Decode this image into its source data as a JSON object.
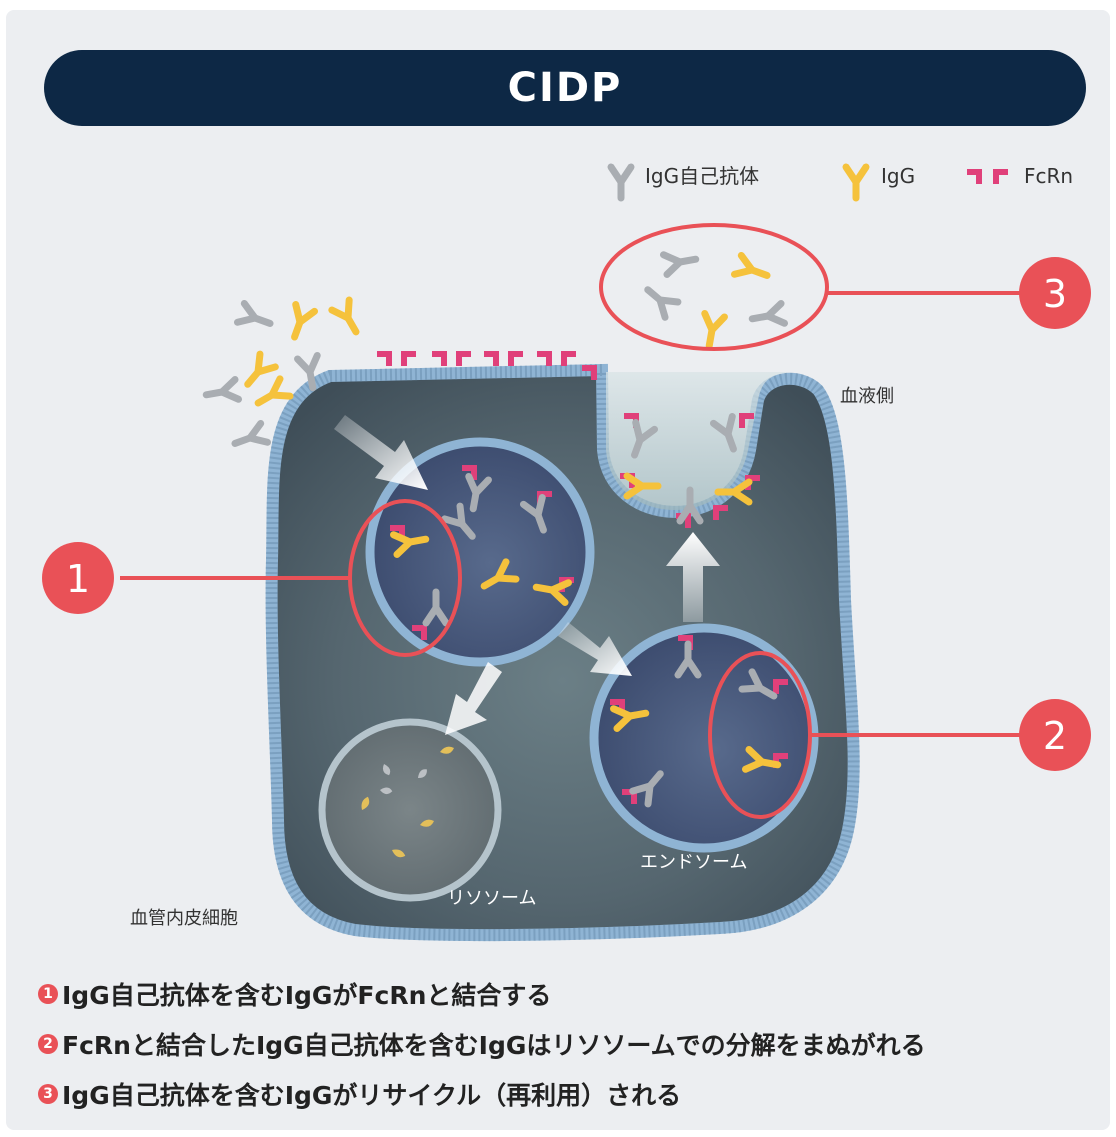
{
  "title": "CIDP",
  "legend": {
    "autoantibody": "IgG自己抗体",
    "igg": "IgG",
    "fcrn": "FcRn"
  },
  "labels": {
    "blood_side": "血液側",
    "endosome": "エンドソーム",
    "lysosome": "リソソーム",
    "endothelial_cell": "血管内皮細胞"
  },
  "markers": [
    "1",
    "2",
    "3"
  ],
  "steps": [
    {
      "num": "1",
      "text": "IgG自己抗体を含むIgGがFcRnと結合する"
    },
    {
      "num": "2",
      "text": "FcRnと結合したIgG自己抗体を含むIgGはリソソームでの分解をまぬがれる"
    },
    {
      "num": "3",
      "text": "IgG自己抗体を含むIgGがリサイクル（再利用）される"
    }
  ],
  "colors": {
    "title_bg": "#0d2845",
    "accent_red": "#e95157",
    "igg_yellow": "#f5c23c",
    "autoantibody_gray": "#a9adb2",
    "fcrn_pink": "#e0407a",
    "membrane_blue": "#8fb4d4",
    "cell_interior": "#4d5e68"
  }
}
